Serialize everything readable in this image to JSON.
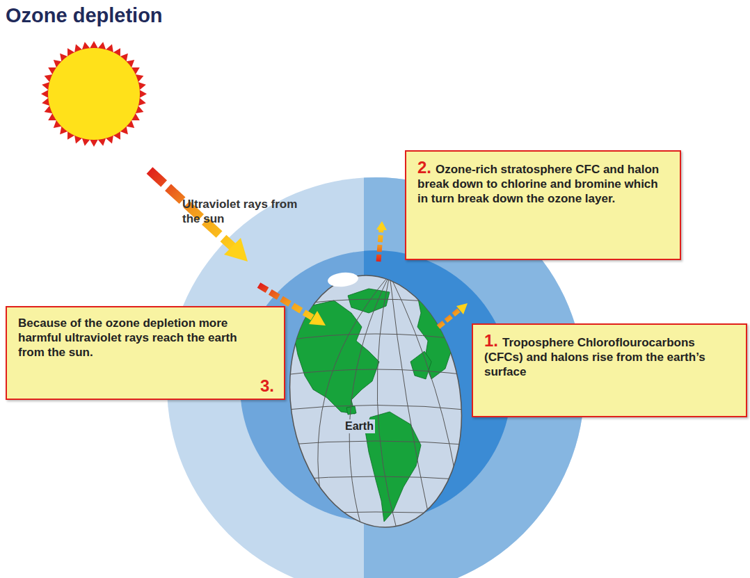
{
  "diagram": {
    "title": "Ozone depletion",
    "nodes": [
      {
        "text": [
          "2.",
          "Ozone-rich stratosphere CFC and halon break down to chlorine and bromine which in turn break down the ozone layer."
        ]
      },
      {
        "text": [
          "Because of the ozone depletion more harmful ultraviolet rays reach the earth from the sun.",
          "3."
        ]
      },
      {
        "text": [
          "1.",
          "Troposphere Chloroflourocarbons (CFCs) and halons rise from the earth’s surface"
        ]
      }
    ],
    "labels": [
      "Ultraviolet rays from the sun",
      "Earth"
    ]
  }
}
